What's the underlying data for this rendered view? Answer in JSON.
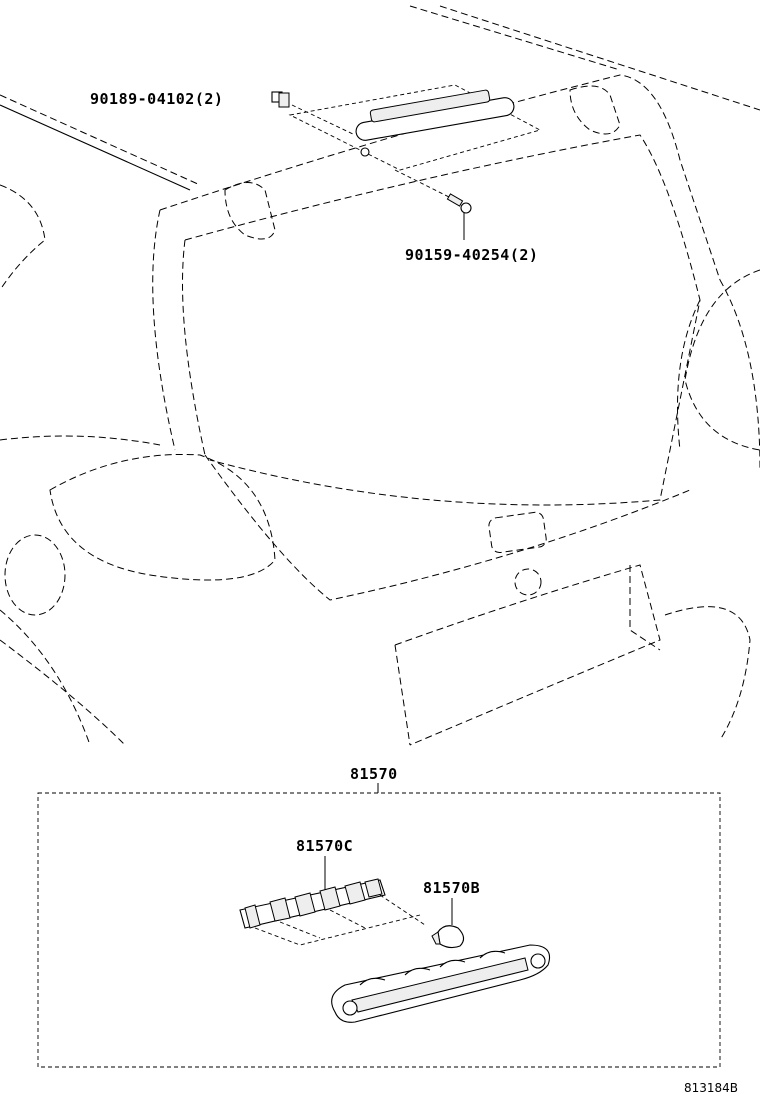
{
  "labels": {
    "screw_top": "90189-04102(2)",
    "screw_right": "90159-40254(2)",
    "assembly": "81570",
    "socket": "81570C",
    "bulb": "81570B",
    "ref_code": "813184B"
  }
}
